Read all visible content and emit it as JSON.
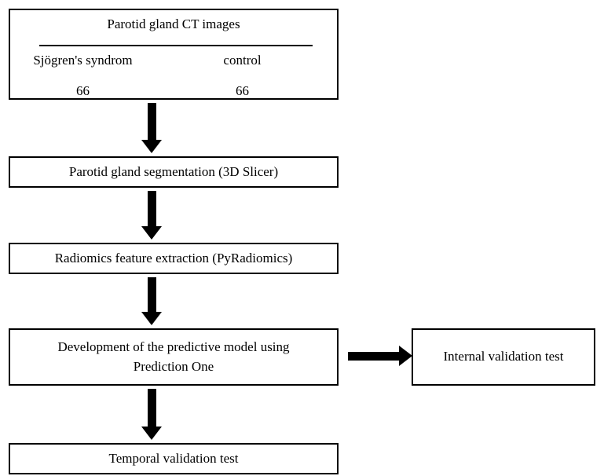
{
  "flowchart": {
    "cohort_box": {
      "title": "Parotid gland CT images",
      "columns": [
        {
          "header": "Sjögren's syndrom",
          "count": "66"
        },
        {
          "header": "control",
          "count": "66"
        }
      ]
    },
    "steps": [
      {
        "label": "Parotid gland segmentation (3D Slicer)"
      },
      {
        "label": "Radiomics feature extraction (PyRadiomics)"
      },
      {
        "label": "Development of the predictive model using\nPrediction One"
      },
      {
        "label": "Temporal validation test"
      }
    ],
    "branch": {
      "label": "Internal validation test"
    },
    "arrows": {
      "down_icon": "arrow-down-icon",
      "right_icon": "arrow-right-icon"
    },
    "colors": {
      "stroke": "#000000",
      "fill": "#ffffff"
    }
  }
}
